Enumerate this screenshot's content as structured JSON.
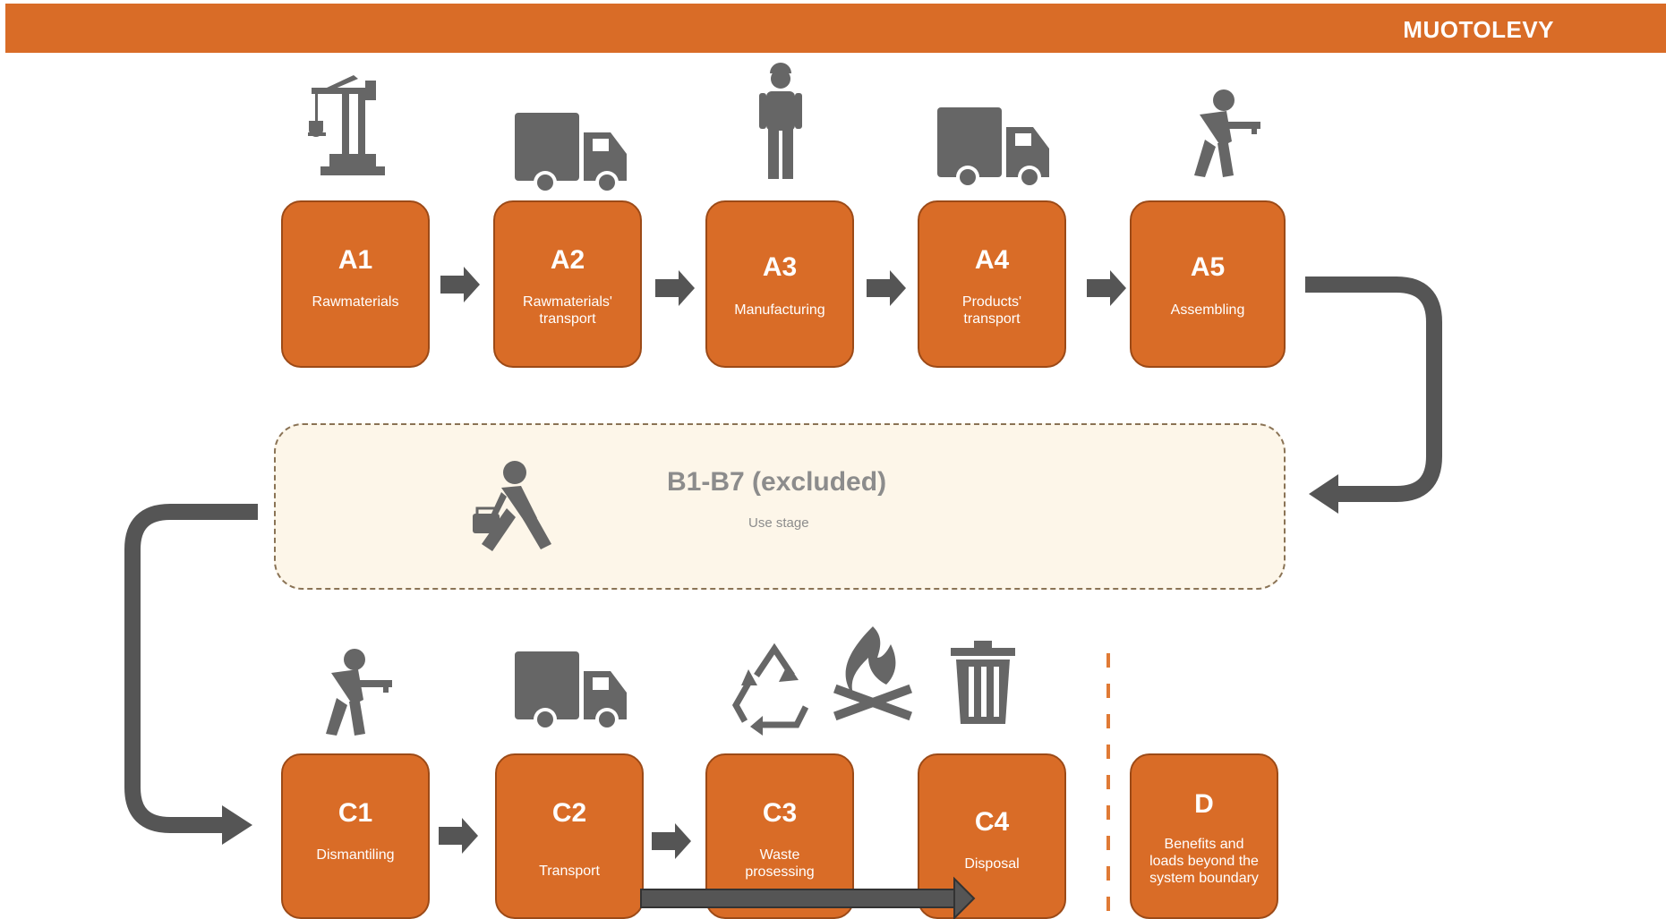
{
  "header": {
    "brand": "MUOTOLEVY",
    "bar_color": "#d96c27"
  },
  "colors": {
    "box": "#d96c27",
    "box_border": "#9c4a17",
    "arrow": "#555555",
    "icon": "#5a5a5a",
    "panel": "#fdf6e9"
  },
  "stages_a": [
    {
      "code": "A1",
      "label": "Rawmaterials",
      "icon": "crane-icon"
    },
    {
      "code": "A2",
      "label": "Rawmaterials'",
      "label2": "transport",
      "icon": "truck-icon"
    },
    {
      "code": "A3",
      "label": "Manufacturing",
      "icon": "worker-icon"
    },
    {
      "code": "A4",
      "label": "Products'",
      "label2": "transport",
      "icon": "truck-icon"
    },
    {
      "code": "A5",
      "label": "Assembling",
      "icon": "drill-worker-icon"
    }
  ],
  "use_stage": {
    "title": "B1-B7 (excluded)",
    "subtitle": "Use stage",
    "icon": "walking-person-briefcase-icon"
  },
  "stages_c": [
    {
      "code": "C1",
      "label": "Dismantiling",
      "icon": "drill-worker-icon"
    },
    {
      "code": "C2",
      "label": "Transport",
      "icon": "truck-icon"
    },
    {
      "code": "C3",
      "label": "Waste",
      "label2": "prosessing",
      "icon": "recycle-icon"
    },
    {
      "code": "C4",
      "label": "Disposal",
      "icon": "trash-icon"
    }
  ],
  "stage_d": {
    "code": "D",
    "label": "Benefits and",
    "label2": "loads beyond the",
    "label3": "system boundary"
  },
  "extra_icons": [
    "fire-icon"
  ]
}
